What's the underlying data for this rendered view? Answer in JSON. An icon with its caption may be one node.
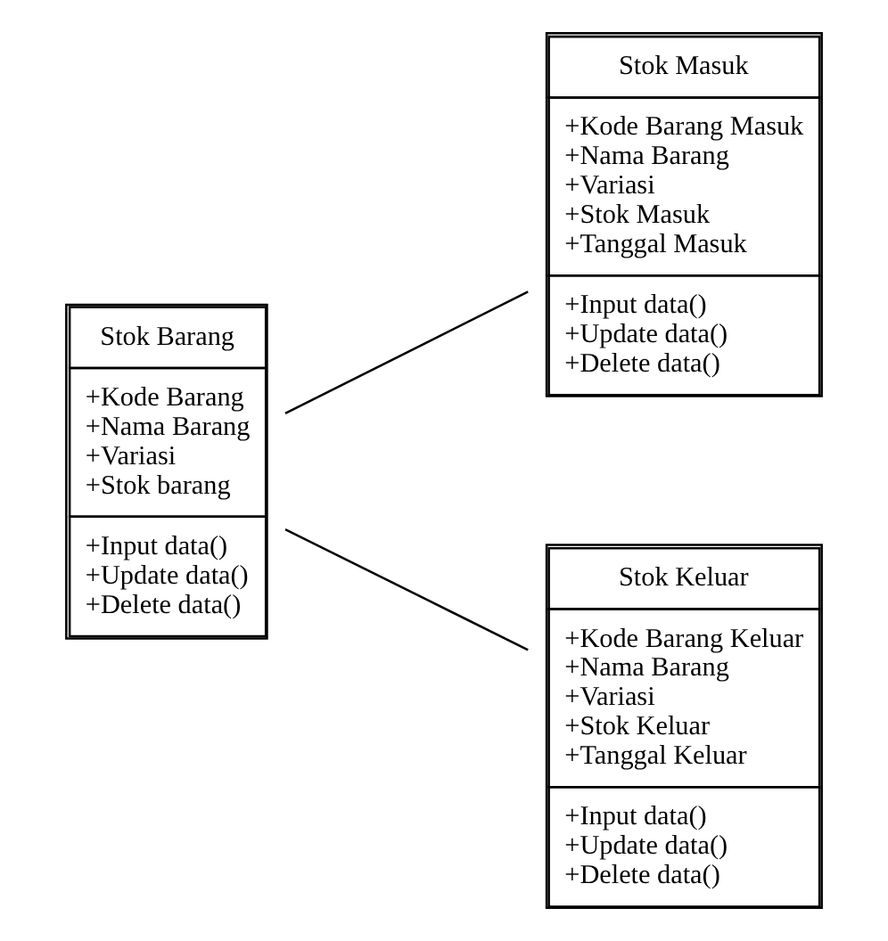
{
  "diagram": {
    "nodes": [
      {
        "text": [
          "Stok Barang",
          "+Kode Barang",
          "+Nama Barang",
          "+Variasi",
          "+Stok barang",
          "+Input data()",
          "+Update data()",
          "+Delete data()"
        ]
      },
      {
        "text": [
          "Stok Masuk",
          "+Kode Barang Masuk",
          "+Nama Barang",
          "+Variasi",
          "+Stok Masuk",
          "+Tanggal Masuk",
          "+Input data()",
          "+Update data()",
          "+Delete data()"
        ]
      },
      {
        "text": [
          "Stok Keluar",
          "+Kode Barang Keluar",
          "+Nama Barang",
          "+Variasi",
          "+Stok Keluar",
          "+Tanggal Keluar",
          "+Input data()",
          "+Update data()",
          "+Delete data()"
        ]
      }
    ],
    "edges": [
      {
        "from": 0,
        "to": 1,
        "arrow": "none"
      },
      {
        "from": 0,
        "to": 2,
        "arrow": "none"
      }
    ]
  }
}
